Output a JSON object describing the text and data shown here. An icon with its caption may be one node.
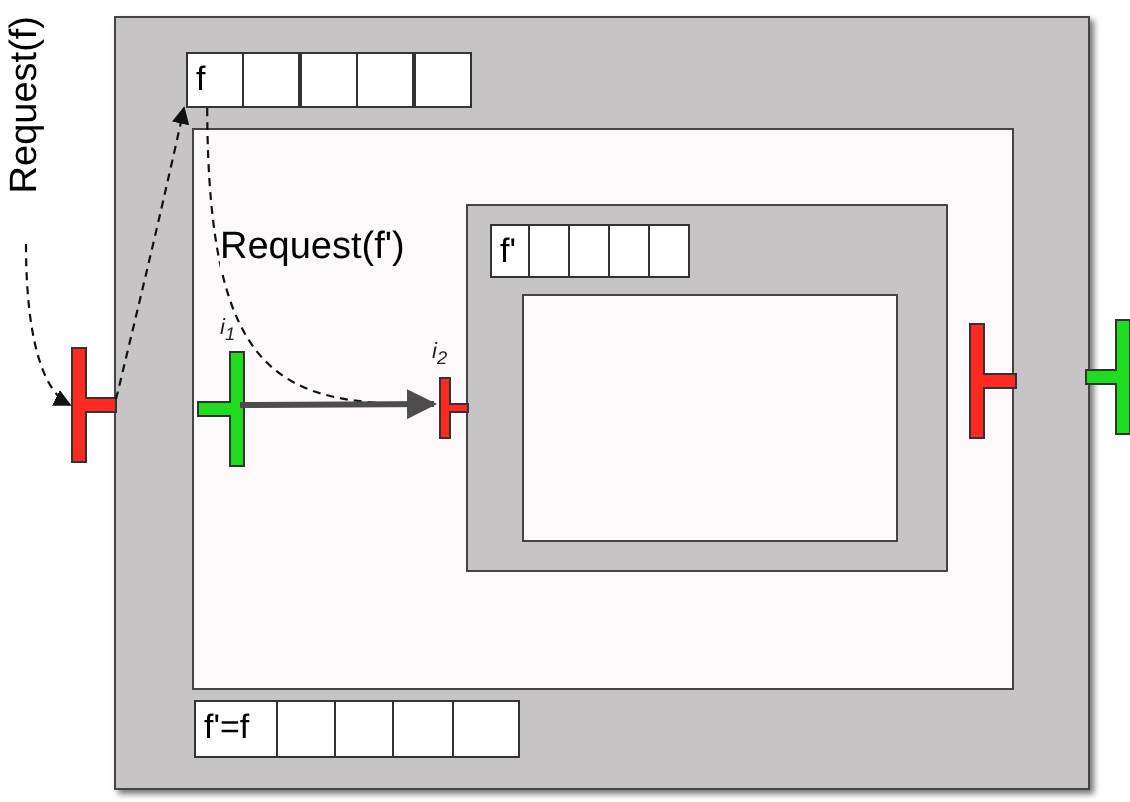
{
  "diagram": {
    "nodes": [
      {
        "text": [],
        "shape": "box"
      },
      {
        "text": [
          "f"
        ],
        "in": 0
      },
      {
        "text": [],
        "shape": "box",
        "in": 0
      },
      {
        "text": [],
        "shape": "box",
        "in": 0
      },
      {
        "text": [],
        "shape": "box",
        "in": 0
      },
      {
        "text": [],
        "shape": "box",
        "in": 0
      },
      {
        "text": [],
        "shape": "box",
        "in": 0
      },
      {
        "text": [],
        "shape": "box",
        "in": 6
      },
      {
        "text": [
          "f'"
        ],
        "in": 7
      },
      {
        "text": [],
        "shape": "box",
        "in": 7
      },
      {
        "text": [],
        "shape": "box",
        "in": 7
      },
      {
        "text": [],
        "shape": "box",
        "in": 7
      },
      {
        "text": [],
        "shape": "box",
        "in": 7
      },
      {
        "text": [],
        "shape": "box",
        "in": 7
      },
      {
        "text": [
          "f'=f"
        ],
        "in": 0
      },
      {
        "text": [],
        "shape": "box",
        "in": 0
      },
      {
        "text": [],
        "shape": "box",
        "in": 0
      },
      {
        "text": [],
        "shape": "box",
        "in": 0
      },
      {
        "text": [],
        "shape": "box",
        "in": 0
      },
      {
        "text": [],
        "shape": "bar"
      },
      {
        "text": [],
        "shape": "bar",
        "in": 6,
        "beside": [
          "i$_{1}$"
        ]
      },
      {
        "text": [],
        "shape": "bar",
        "in": 6,
        "beside": [
          "i$_{2}$"
        ]
      },
      {
        "text": [],
        "shape": "bar",
        "in": 6
      },
      {
        "text": [],
        "shape": "bar"
      }
    ],
    "edges": [
      {
        "from": null,
        "to": 19,
        "arrow": "to",
        "style": "dashed",
        "label": "Request(f)"
      },
      {
        "from": 19,
        "to": 1,
        "arrow": "to",
        "style": "dashed"
      },
      {
        "from": 1,
        "to": 21,
        "arrow": "to",
        "style": "dashed",
        "label": "Request(f')"
      },
      {
        "from": 20,
        "to": 21,
        "arrow": "to",
        "style": "thick",
        "color": "#4d4d4d"
      }
    ]
  }
}
